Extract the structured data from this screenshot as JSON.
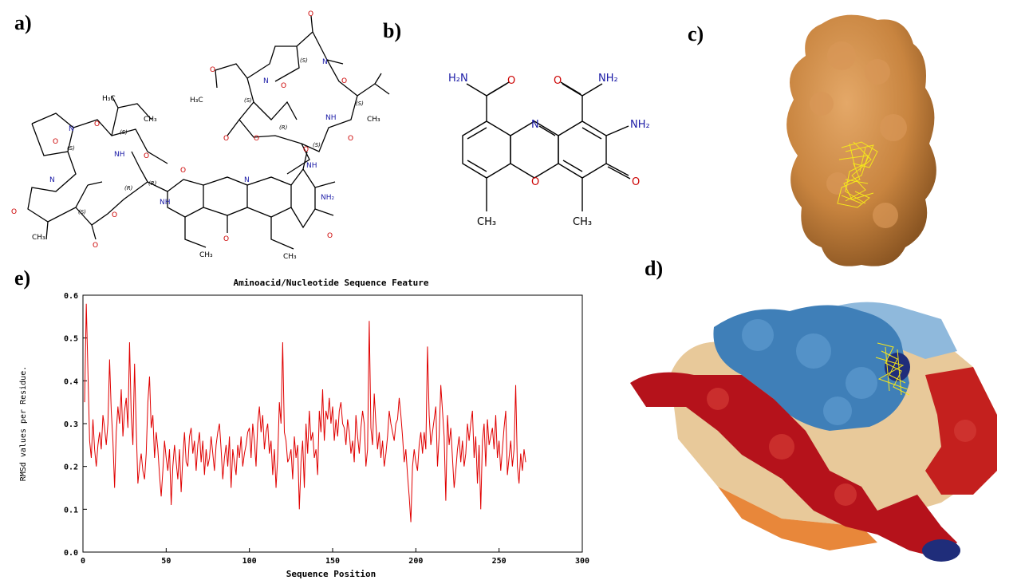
{
  "panels": {
    "a": "a)",
    "b": "b)",
    "c": "c)",
    "d": "d)",
    "e": "e)"
  },
  "structure_a_labels": {
    "h3c": "H₃C",
    "ch3": "CH₃",
    "nh": "NH",
    "n": "N",
    "o": "O",
    "nh2": "NH₂",
    "s": "(S)",
    "r": "(R)"
  },
  "structure_b_labels": {
    "h2n": "H₂N",
    "nh2_top": "NH₂",
    "nh2_side": "NH₂",
    "n": "N",
    "o_ring": "O",
    "o_keto": "O",
    "o_left": "O",
    "o_right": "O",
    "ch3_left": "CH₃",
    "ch3_right": "CH₃"
  },
  "colors": {
    "protein_c": "#c8843f",
    "mesh": "#f5e61c",
    "red_region": "#b5121b",
    "blue_region": "#3f7fb8",
    "light_blue": "#8fb9dc",
    "tan": "#e8c99a",
    "orange": "#e8873a",
    "navy": "#1f2d7a",
    "line_series": "#e00000"
  },
  "chart_data": {
    "type": "line",
    "title": "Aminoacid/Nucleotide Sequence Feature",
    "xlabel": "Sequence Position",
    "ylabel": "RMSd values per Residue.",
    "xlim": [
      0,
      300
    ],
    "ylim": [
      0.0,
      0.6
    ],
    "xticks": [
      "0",
      "50",
      "100",
      "150",
      "200",
      "250",
      "300"
    ],
    "yticks": [
      "0.0",
      "0.1",
      "0.2",
      "0.3",
      "0.4",
      "0.5",
      "0.6"
    ],
    "grid": false,
    "series": [
      {
        "values": [
          0.35,
          0.58,
          0.42,
          0.26,
          0.22,
          0.31,
          0.24,
          0.2,
          0.25,
          0.28,
          0.24,
          0.32,
          0.29,
          0.25,
          0.3,
          0.45,
          0.33,
          0.26,
          0.15,
          0.28,
          0.34,
          0.3,
          0.38,
          0.27,
          0.33,
          0.36,
          0.29,
          0.49,
          0.32,
          0.25,
          0.44,
          0.29,
          0.16,
          0.2,
          0.23,
          0.19,
          0.17,
          0.23,
          0.35,
          0.41,
          0.29,
          0.32,
          0.22,
          0.28,
          0.24,
          0.18,
          0.13,
          0.19,
          0.26,
          0.22,
          0.19,
          0.24,
          0.11,
          0.2,
          0.25,
          0.21,
          0.17,
          0.24,
          0.14,
          0.22,
          0.28,
          0.21,
          0.2,
          0.27,
          0.29,
          0.23,
          0.26,
          0.19,
          0.25,
          0.28,
          0.21,
          0.26,
          0.18,
          0.24,
          0.2,
          0.22,
          0.27,
          0.23,
          0.19,
          0.25,
          0.28,
          0.3,
          0.24,
          0.17,
          0.22,
          0.25,
          0.2,
          0.27,
          0.15,
          0.24,
          0.21,
          0.18,
          0.25,
          0.22,
          0.27,
          0.2,
          0.23,
          0.25,
          0.28,
          0.29,
          0.22,
          0.3,
          0.26,
          0.2,
          0.3,
          0.34,
          0.28,
          0.32,
          0.24,
          0.28,
          0.3,
          0.23,
          0.26,
          0.18,
          0.24,
          0.15,
          0.22,
          0.35,
          0.3,
          0.49,
          0.28,
          0.26,
          0.21,
          0.22,
          0.24,
          0.17,
          0.27,
          0.22,
          0.25,
          0.1,
          0.21,
          0.26,
          0.15,
          0.3,
          0.23,
          0.33,
          0.26,
          0.28,
          0.22,
          0.24,
          0.18,
          0.33,
          0.28,
          0.38,
          0.26,
          0.33,
          0.31,
          0.36,
          0.3,
          0.34,
          0.26,
          0.31,
          0.27,
          0.33,
          0.35,
          0.3,
          0.29,
          0.25,
          0.31,
          0.28,
          0.23,
          0.26,
          0.21,
          0.32,
          0.27,
          0.23,
          0.29,
          0.33,
          0.3,
          0.2,
          0.24,
          0.54,
          0.29,
          0.25,
          0.37,
          0.3,
          0.24,
          0.28,
          0.22,
          0.26,
          0.2,
          0.23,
          0.27,
          0.33,
          0.3,
          0.28,
          0.26,
          0.3,
          0.31,
          0.36,
          0.32,
          0.27,
          0.21,
          0.24,
          0.18,
          0.13,
          0.07,
          0.2,
          0.24,
          0.21,
          0.19,
          0.25,
          0.28,
          0.23,
          0.28,
          0.24,
          0.48,
          0.32,
          0.25,
          0.28,
          0.31,
          0.34,
          0.2,
          0.27,
          0.39,
          0.33,
          0.27,
          0.12,
          0.32,
          0.25,
          0.29,
          0.22,
          0.15,
          0.19,
          0.24,
          0.27,
          0.21,
          0.26,
          0.2,
          0.23,
          0.3,
          0.26,
          0.3,
          0.33,
          0.22,
          0.27,
          0.16,
          0.25,
          0.1,
          0.26,
          0.3,
          0.2,
          0.31,
          0.25,
          0.27,
          0.29,
          0.24,
          0.32,
          0.22,
          0.26,
          0.19,
          0.24,
          0.29,
          0.33,
          0.18,
          0.22,
          0.26,
          0.2,
          0.24,
          0.39,
          0.2,
          0.16,
          0.23,
          0.19,
          0.24,
          0.21
        ]
      }
    ]
  }
}
